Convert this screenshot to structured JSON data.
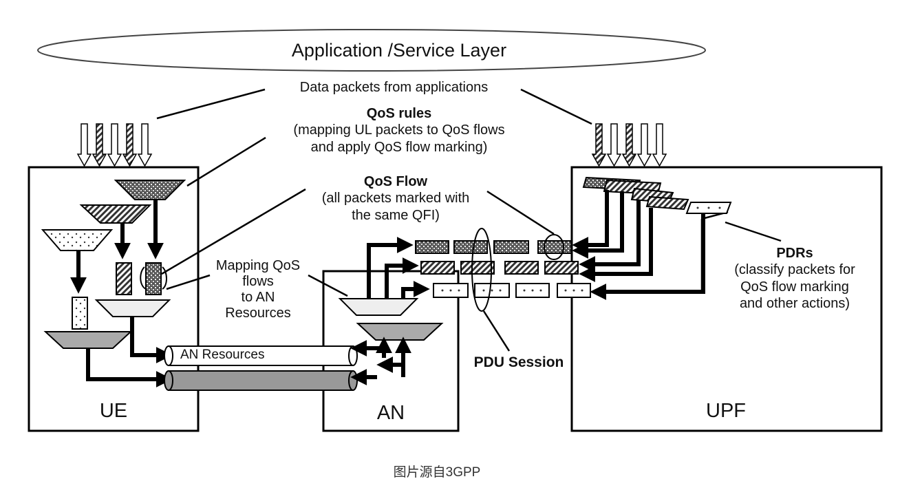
{
  "app_layer": "Application /Service Layer",
  "data_packets": "Data packets from applications",
  "qos_rules": {
    "title": "QoS rules",
    "line1": "(mapping UL packets to QoS flows",
    "line2": "and apply QoS flow marking)"
  },
  "qos_flow": {
    "title": "QoS Flow",
    "line1": "(all packets marked with",
    "line2": "the same QFI)"
  },
  "mapping": {
    "line1": "Mapping QoS",
    "line2": "flows",
    "line3": "to AN",
    "line4": "Resources"
  },
  "an_resources": "AN Resources",
  "pdu_session": "PDU Session",
  "pdrs": {
    "title": "PDRs",
    "line1": "(classify packets for",
    "line2": "QoS flow marking",
    "line3": "and other actions)"
  },
  "boxes": {
    "ue": "UE",
    "an": "AN",
    "upf": "UPF"
  },
  "caption": "图片源自3GPP"
}
